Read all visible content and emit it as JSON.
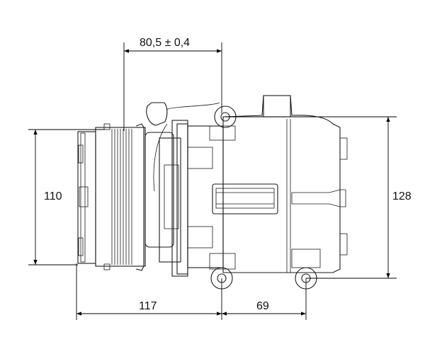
{
  "dimensions": {
    "top_width": "80,5 ± 0,4",
    "left_height": "110",
    "right_height": "128",
    "bottom_left_width": "117",
    "bottom_right_width": "69"
  }
}
